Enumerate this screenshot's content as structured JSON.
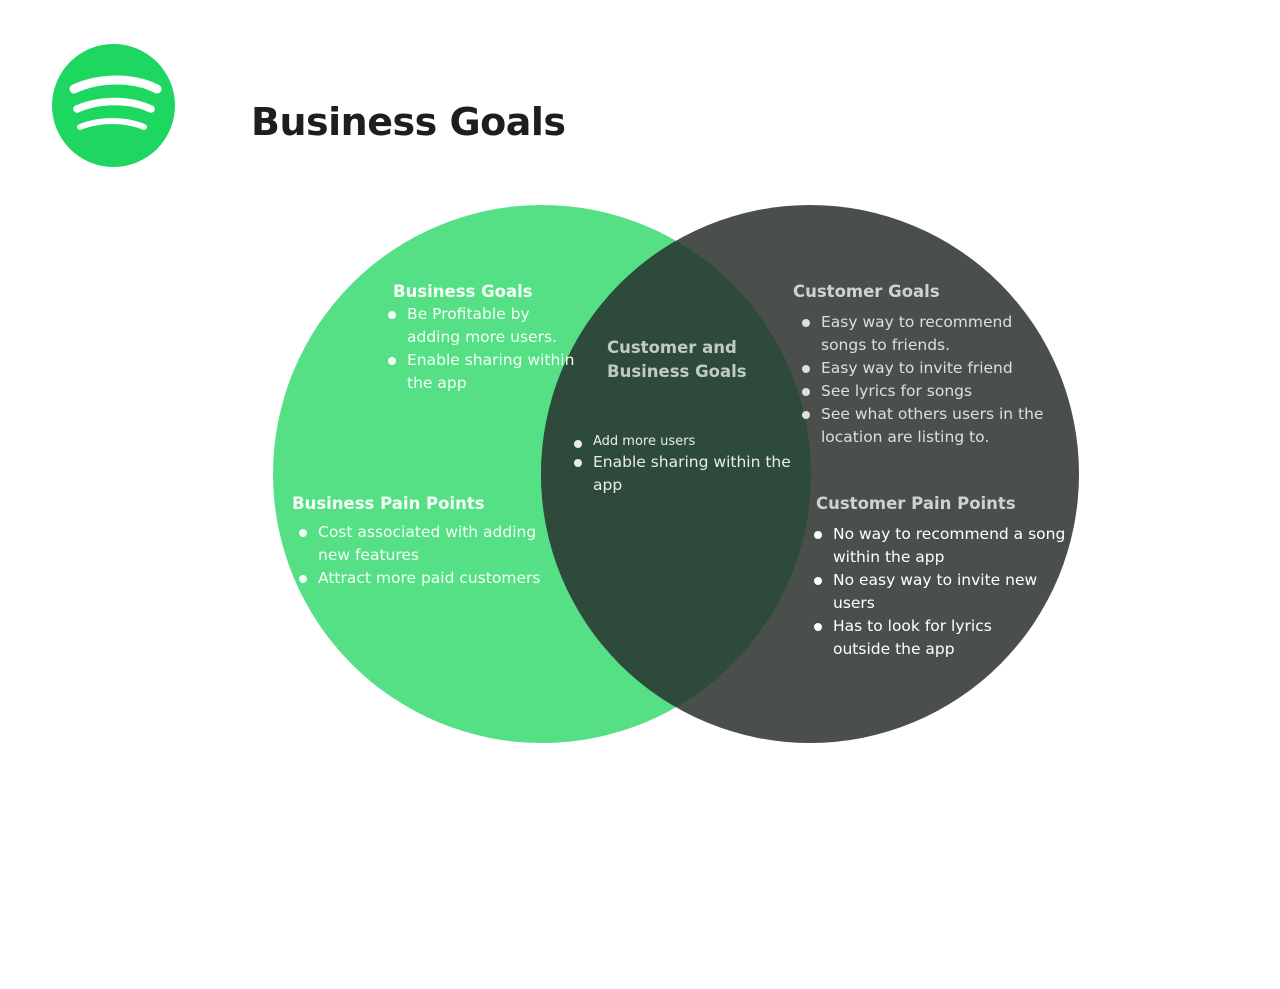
{
  "title": "Business Goals",
  "logo": {
    "icon": "spotify-logo-icon",
    "color": "#1ed760"
  },
  "colors": {
    "left_circle": "#56e086",
    "right_circle": "#4b4f4c",
    "overlap": "#2e4a3a"
  },
  "diagram": {
    "business_goals": {
      "heading": "Business Goals",
      "items": [
        "Be Profitable by adding more users.",
        "Enable sharing within the app"
      ]
    },
    "business_pain_points": {
      "heading": "Business Pain Points",
      "items": [
        "Cost associated with adding new features",
        "Attract more paid customers"
      ]
    },
    "shared": {
      "heading_line1": "Customer and",
      "heading_line2": "Business Goals",
      "items": [
        "Add more users",
        "Enable sharing within the app"
      ]
    },
    "customer_goals": {
      "heading": "Customer Goals",
      "items": [
        "Easy way to recommend songs to friends.",
        "Easy way to invite friend",
        "See lyrics for songs",
        "See what others users in the location are listing to."
      ]
    },
    "customer_pain_points": {
      "heading": "Customer Pain Points",
      "items": [
        "No way to recommend a song within the app",
        "No easy way to invite new users",
        "Has to look for lyrics outside the app"
      ]
    }
  }
}
